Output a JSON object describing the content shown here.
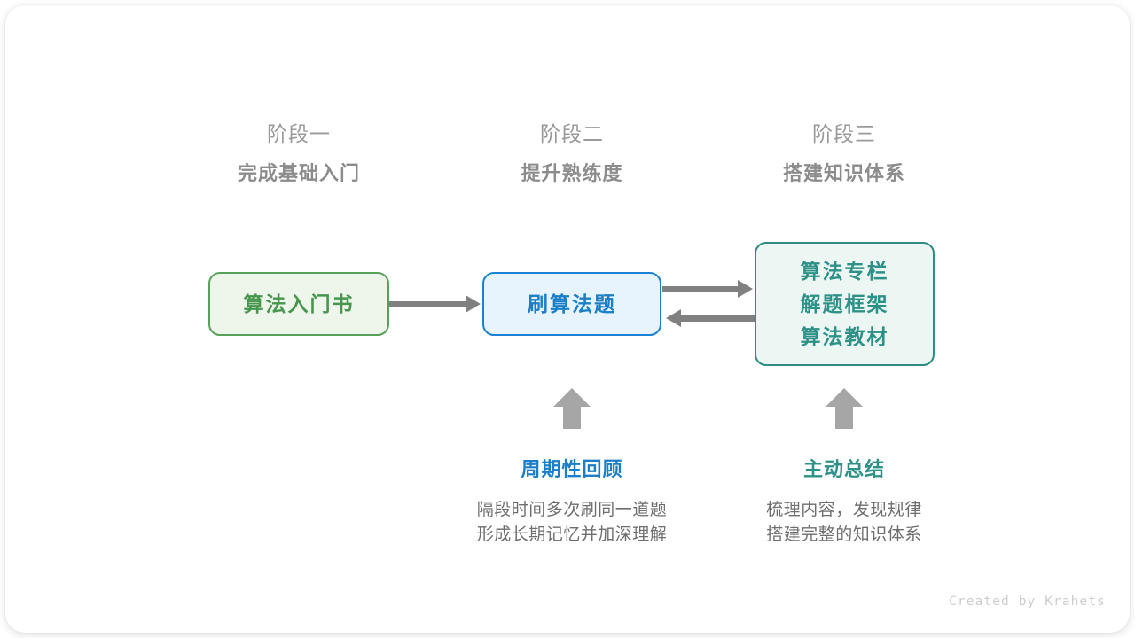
{
  "canvas": {
    "background": "#ffffff",
    "card_background": "#ffffff"
  },
  "palette": {
    "green": "#46964d",
    "green_border": "#59a05b",
    "green_fill": "#eef6ec",
    "blue": "#1a7fc8",
    "blue_border": "#1a82d3",
    "blue_fill": "#e8f4fd",
    "teal": "#2e9187",
    "teal_border": "#2e8c84",
    "teal_fill": "#ecf6f3",
    "gray_text": "#6e6e6e",
    "gray_heading": "#8c8c8c",
    "gray_stage": "#9a9a9a",
    "connector": "#808080",
    "watermark": "#cdcdcd"
  },
  "stages": [
    {
      "number": "阶段一",
      "title": "完成基础入门"
    },
    {
      "number": "阶段二",
      "title": "提升熟练度"
    },
    {
      "number": "阶段三",
      "title": "搭建知识体系"
    }
  ],
  "nodes": {
    "book": {
      "lines": [
        "算法入门书"
      ]
    },
    "practice": {
      "lines": [
        "刷算法题"
      ]
    },
    "resources": {
      "lines": [
        "算法专栏",
        "解题框架",
        "算法教材"
      ]
    }
  },
  "connectors": [
    {
      "name": "book-to-practice",
      "direction": "right"
    },
    {
      "name": "practice-to-resources",
      "direction": "right"
    },
    {
      "name": "resources-to-practice",
      "direction": "left"
    }
  ],
  "notes": [
    {
      "title": "周期性回顾",
      "lines": [
        "隔段时间多次刷同一道题",
        "形成长期记忆并加深理解"
      ],
      "color": "#1a7fc8"
    },
    {
      "title": "主动总结",
      "lines": [
        "梳理内容，发现规律",
        "搭建完整的知识体系"
      ],
      "color": "#2e9187"
    }
  ],
  "watermark": "Created by Krahets"
}
